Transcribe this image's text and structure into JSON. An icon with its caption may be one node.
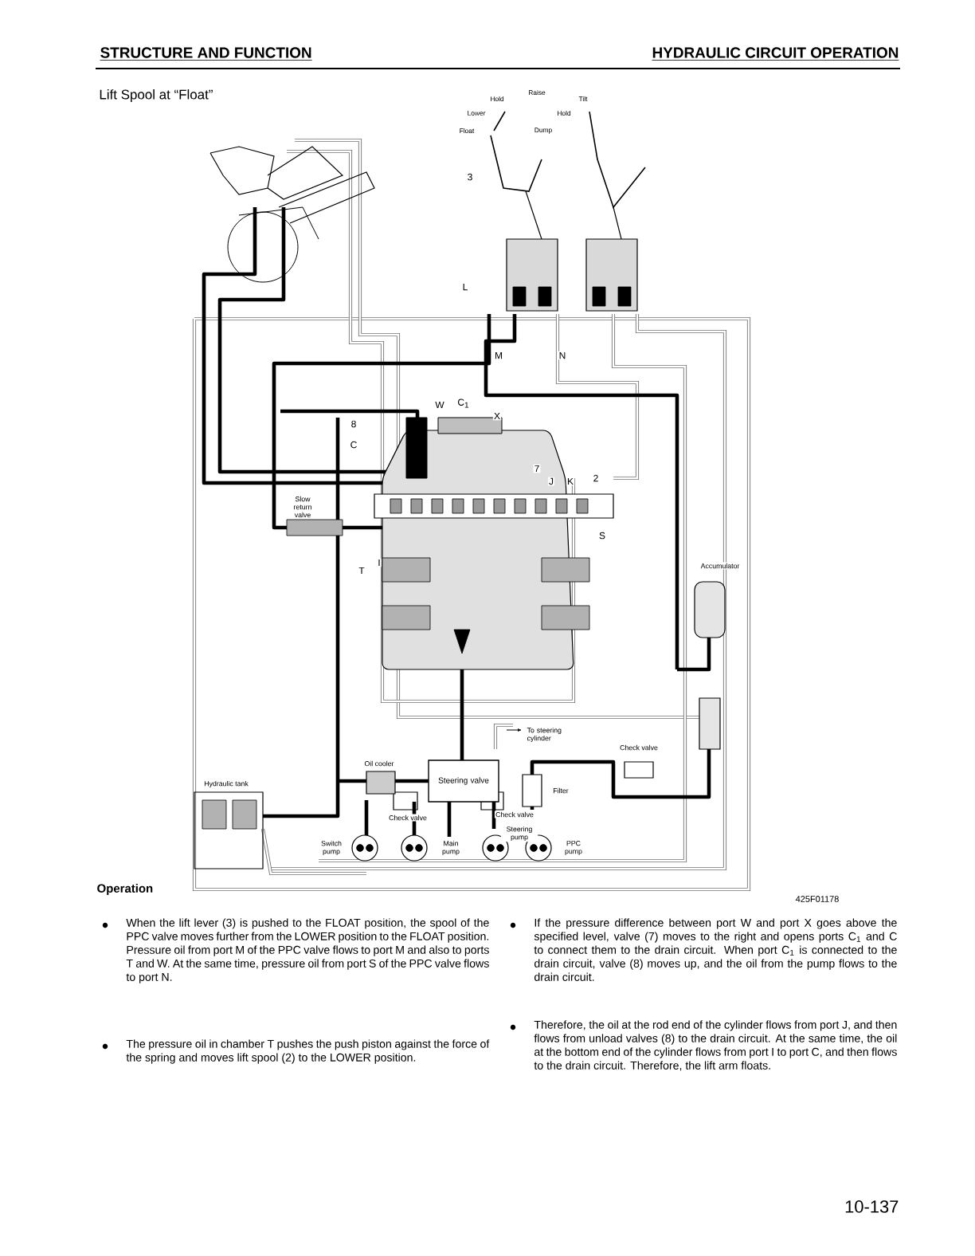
{
  "diagram": {
    "title": "Lift Spool at “Float”",
    "nodes": [
      {
        "text": [
          "Steering valve"
        ]
      }
    ],
    "labels": [
      "STRUCTURE AND FUNCTION",
      "HYDRAULIC CIRCUIT OPERATION",
      "Hold",
      "Raise",
      "Tilt",
      "Lower",
      "Hold",
      "Float",
      "Dump",
      "3",
      "L",
      "M",
      "N",
      "W",
      "C$_{1}$",
      "X",
      "8",
      "C",
      "7",
      "J",
      "K",
      "2",
      "S",
      "Slow return valve",
      "T",
      "I",
      "Accumulator",
      "To steering cylinder",
      "Check valve",
      "Oil cooler",
      "Hydraulic tank",
      "Check valve",
      "Check valve",
      "Filter",
      "Steering pump",
      "Switch pump",
      "Main pump",
      "PPC pump",
      "Operation",
      "425F01178",
      "When the lift lever (3) is pushed to the FLOAT position, the spool of the PPC valve moves further from the LOWER position to the FLOAT position. Pressure oil from port M of the PPC valve flows to port M and also to ports T and W. At the same time, pressure oil from port S of the PPC valve flows to port N.",
      "The pressure oil in chamber T pushes the push piston against the force of the spring and moves lift spool (2) to the LOWER position.",
      "If the pressure difference between port W and port X goes above the specified level, valve (7) moves to the right and opens ports C$_{1}$ and C to connect them to the drain circuit. When port C$_{1}$ is connected to the drain circuit, valve (8) moves up, and the oil from the pump flows to the drain circuit.",
      "Therefore, the oil at the rod end of the cylinder flows from port J, and then flows from unload valves (8) to the drain circuit. At the same time, the oil at the bottom end of the cylinder flows from port I to port C, and then flows to the drain circuit. Therefore, the lift arm floats.",
      "10-137"
    ]
  }
}
